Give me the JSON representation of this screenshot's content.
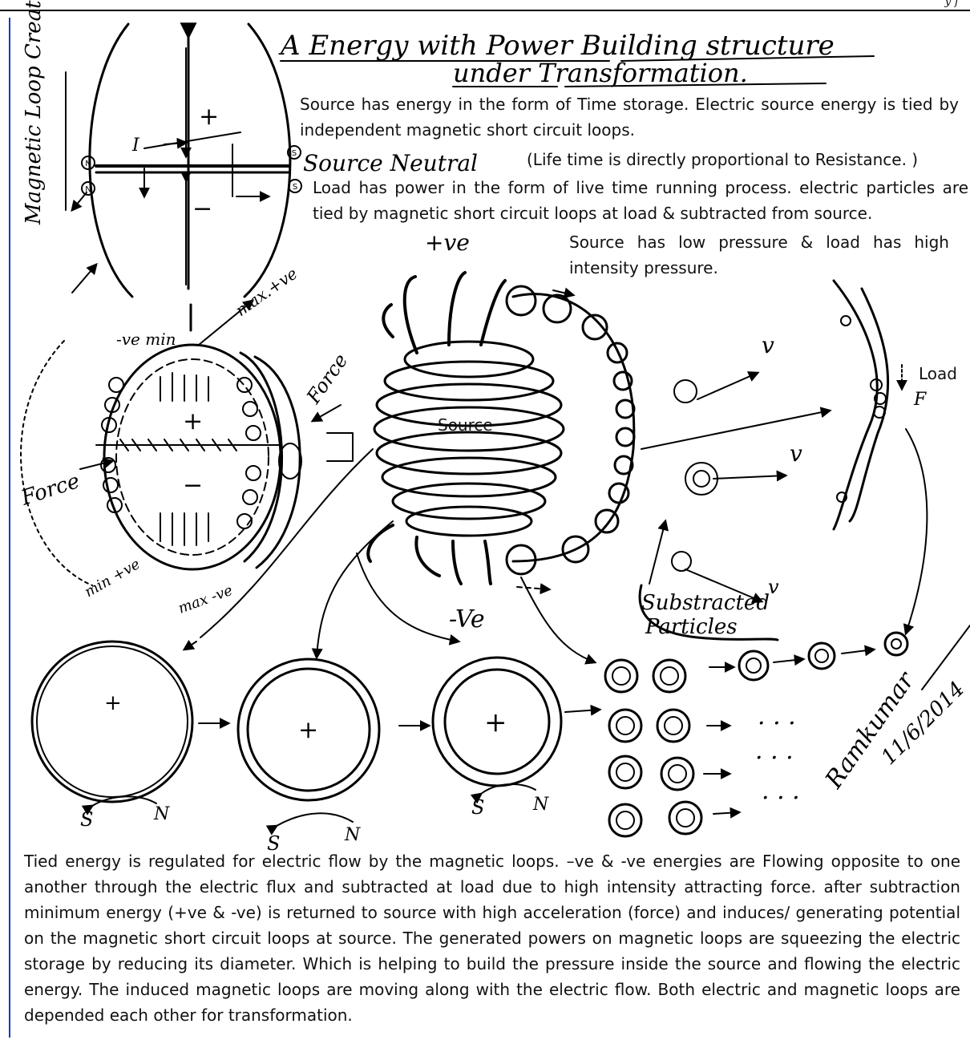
{
  "header": {
    "corner_text": "y f"
  },
  "title": {
    "line1": "A Energy with Power Building structure",
    "line2": "under Transformation."
  },
  "intro": {
    "source_energy": "Source has energy in the form of Time storage. Electric source energy is tied by independent magnetic short circuit loops.",
    "life_time": "(Life time is directly proportional to Resistance. )",
    "load_power": "Load has power in the form of live time running process. electric particles are tied by magnetic short circuit loops at load & subtracted from source.",
    "pressure": "Source has low pressure & load has high intensity pressure."
  },
  "labels": {
    "magnetic_loop_creation": "Magnetic Loop Creation",
    "source_neutral": "Source Neutral",
    "n_marker": "N",
    "s_marker": "S",
    "plus": "+",
    "minus": "−",
    "i_label": "I",
    "max_pos": "max.+ve",
    "min_neg": "-ve min",
    "force": "Force",
    "min_pos": "min +ve",
    "max_neg": "max -ve",
    "pos_ve": "+ve",
    "neg_ve": "-Ve",
    "source": "Source",
    "load": "Load",
    "f": "F",
    "v": "v",
    "subtracted": "Substracted Particles",
    "south": "S",
    "north": "N",
    "dots": "· · ·",
    "signature": "Ramkumar",
    "date": "11/6/2014"
  },
  "body_paragraph": "Tied energy is regulated for electric flow by the magnetic loops. –ve & -ve energies are Flowing opposite to one another through the electric flux and subtracted at load due to high intensity attracting force. after subtraction minimum energy (+ve & -ve) is returned to source with high acceleration (force) and induces/ generating potential on the magnetic short circuit loops at source. The generated powers on magnetic loops are squeezing the electric storage by reducing its diameter. Which is helping to build the pressure inside the source and flowing the electric energy. The induced magnetic loops are moving along with the electric flow. Both electric and magnetic loops are depended each other for transformation.",
  "colors": {
    "frame_border": "#1c38c4",
    "ink": "#000000",
    "text": "#111111"
  }
}
